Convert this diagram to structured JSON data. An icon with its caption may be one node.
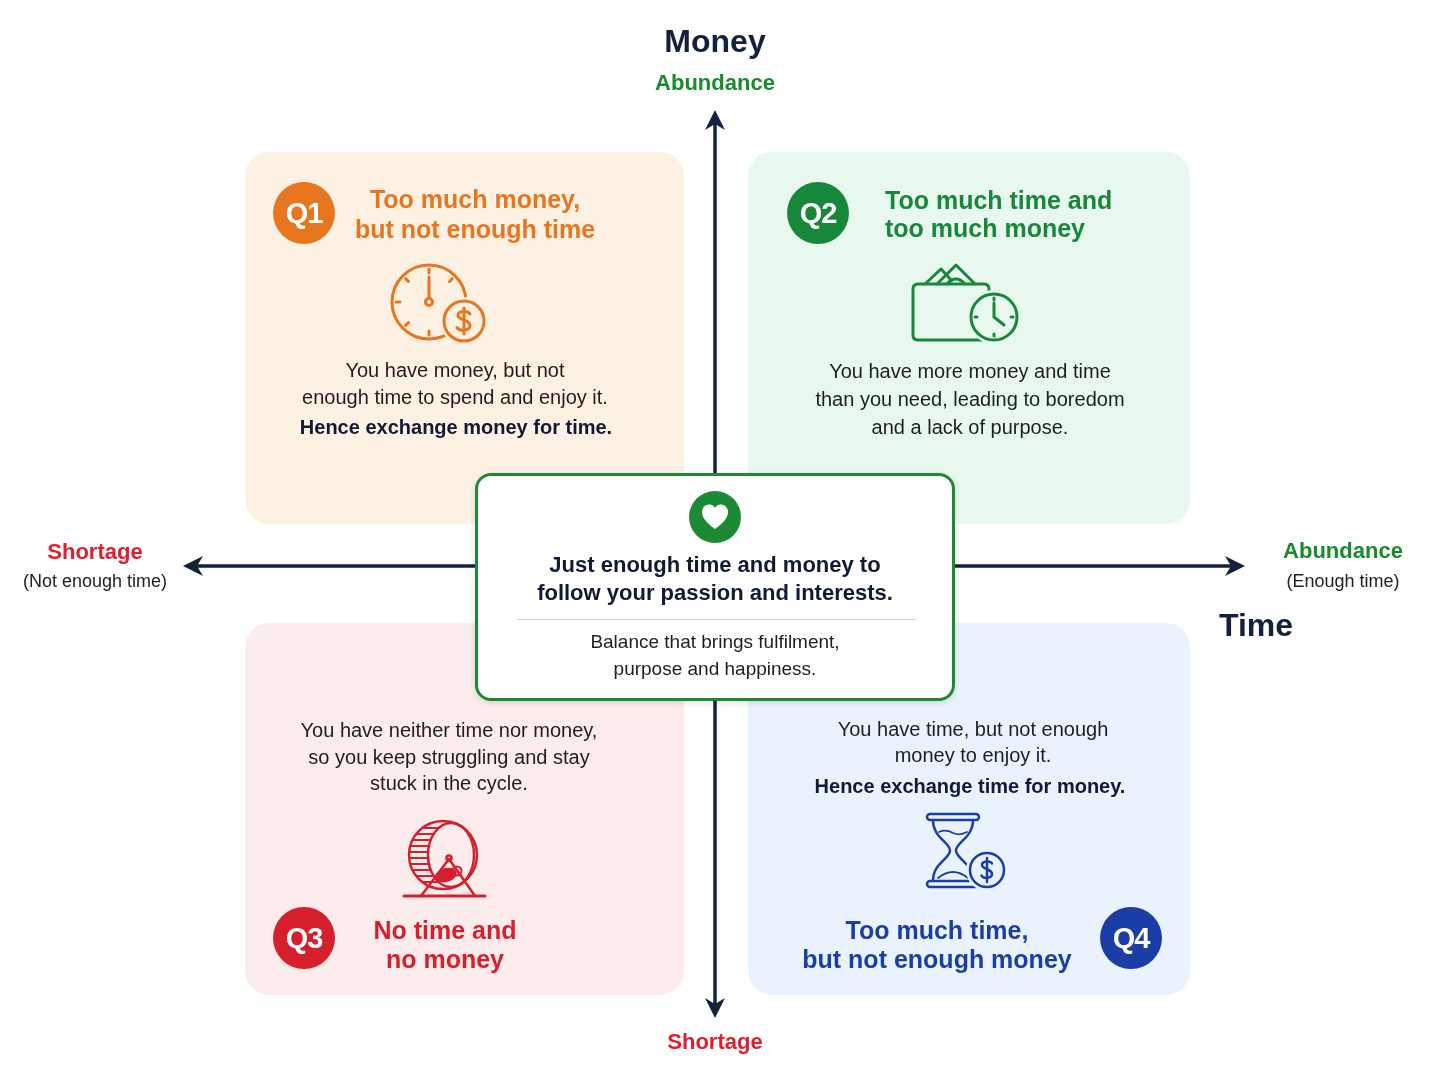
{
  "diagram": {
    "nodes": [
      {
        "text": [
          "Too much money, but not enough time",
          "You have money, but not enough time to spend and enjoy it.",
          "Hence exchange money for time."
        ]
      },
      {
        "text": [
          "Q1"
        ],
        "in": 0
      },
      {
        "text": [
          "Too much time and too much money",
          "You have more money and time than you need, leading to boredom and a lack of purpose."
        ]
      },
      {
        "text": [
          "Q2"
        ],
        "in": 2
      },
      {
        "text": [
          "Just enough time and money to follow your passion and interests.",
          "Balance that brings fulfilment, purpose and happiness."
        ]
      },
      {
        "text": [
          "You have neither time nor money, so you keep struggling and stay stuck in the cycle.",
          "No time and no money"
        ]
      },
      {
        "text": [
          "Q3"
        ],
        "in": 5
      },
      {
        "text": [
          "You have time, but not enough money to enjoy it.",
          "Hence exchange time for money.",
          "Too much time, but not enough money"
        ]
      },
      {
        "text": [
          "Q4"
        ],
        "in": 7
      }
    ],
    "labels": [
      "Money",
      "Abundance",
      "Shortage",
      "(Not enough time)",
      "Abundance",
      "(Enough time)",
      "Time",
      "Shortage"
    ]
  }
}
